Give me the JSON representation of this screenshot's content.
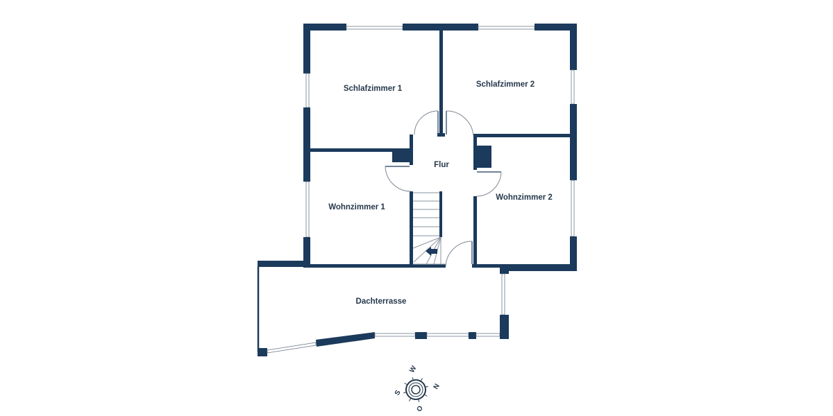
{
  "plan": {
    "colors": {
      "wall": "#1b3a5c",
      "label": "#26384c",
      "background": "#ffffff"
    },
    "rooms": [
      {
        "id": "schlafzimmer-1",
        "label": "Schlafzimmer 1"
      },
      {
        "id": "schlafzimmer-2",
        "label": "Schlafzimmer 2"
      },
      {
        "id": "flur",
        "label": "Flur"
      },
      {
        "id": "wohnzimmer-1",
        "label": "Wohnzimmer 1"
      },
      {
        "id": "wohnzimmer-2",
        "label": "Wohnzimmer 2"
      },
      {
        "id": "dachterrasse",
        "label": "Dachterrasse"
      }
    ]
  },
  "compass": {
    "icon": "compass-rose-icon",
    "labels": {
      "north": "N",
      "south": "S",
      "east": "O",
      "west": "W"
    }
  }
}
